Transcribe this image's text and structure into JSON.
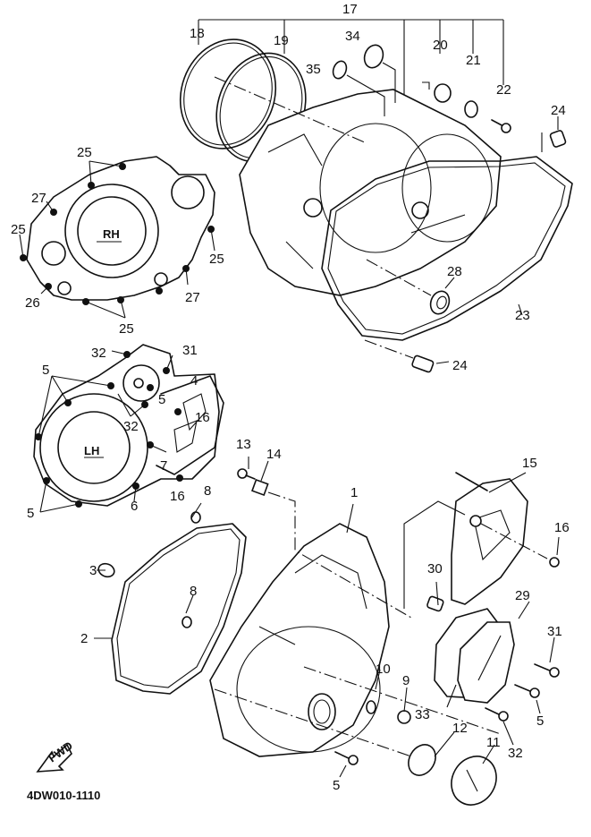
{
  "diagram": {
    "code": "4DW010-1110",
    "fwd_mark": "FWD",
    "rh_label": "RH",
    "lh_label": "LH",
    "callouts": {
      "c1": "1",
      "c2": "2",
      "c3": "3",
      "c4": "4",
      "c5a": "5",
      "c5b": "5",
      "c5c": "5",
      "c5d": "5",
      "c5e": "5",
      "c6": "6",
      "c7": "7",
      "c8a": "8",
      "c8b": "8",
      "c9": "9",
      "c10": "10",
      "c11": "11",
      "c12": "12",
      "c13": "13",
      "c14": "14",
      "c15": "15",
      "c16a": "16",
      "c16b": "16",
      "c16c": "16",
      "c17": "17",
      "c18": "18",
      "c19": "19",
      "c20": "20",
      "c21": "21",
      "c22": "22",
      "c23": "23",
      "c24a": "24",
      "c24b": "24",
      "c25a": "25",
      "c25b": "25",
      "c25c": "25",
      "c25d": "25",
      "c26": "26",
      "c27a": "27",
      "c27b": "27",
      "c28": "28",
      "c29": "29",
      "c30": "30",
      "c31a": "31",
      "c31b": "31",
      "c32a": "32",
      "c32b": "32",
      "c32c": "32",
      "c33": "33",
      "c34": "34",
      "c35": "35"
    }
  }
}
